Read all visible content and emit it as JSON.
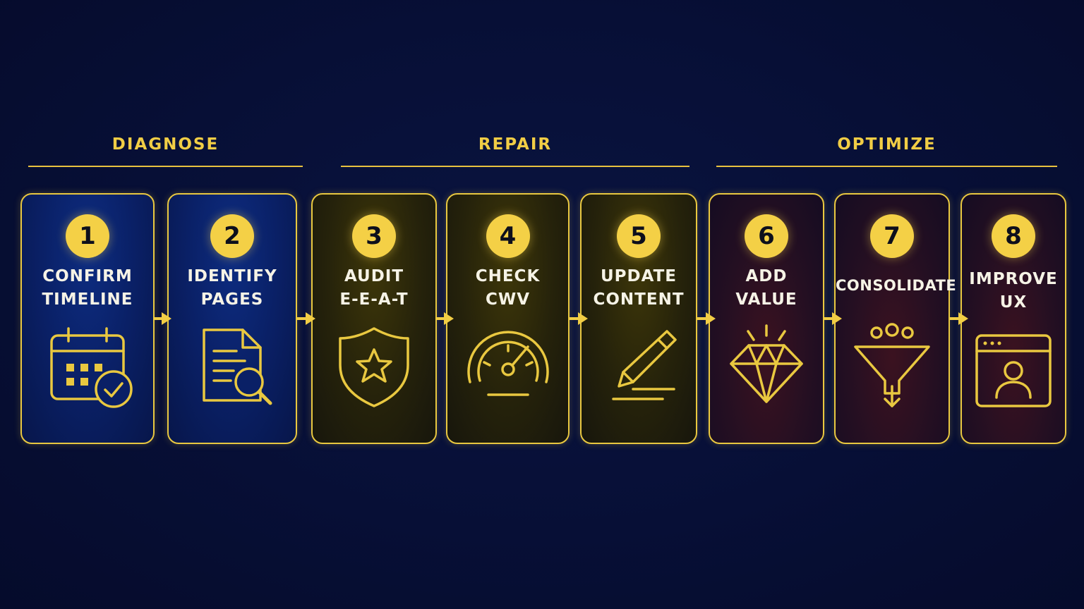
{
  "phases": [
    {
      "label": "DIAGNOSE"
    },
    {
      "label": "REPAIR"
    },
    {
      "label": "OPTIMIZE"
    }
  ],
  "steps": [
    {
      "number": "1",
      "line1": "CONFIRM",
      "line2": "TIMELINE",
      "icon": "calendar-check-icon"
    },
    {
      "number": "2",
      "line1": "IDENTIFY",
      "line2": "PAGES",
      "icon": "document-search-icon"
    },
    {
      "number": "3",
      "line1": "AUDIT",
      "line2": "E-E-A-T",
      "icon": "shield-star-icon"
    },
    {
      "number": "4",
      "line1": "CHECK",
      "line2": "CWV",
      "icon": "speedometer-icon"
    },
    {
      "number": "5",
      "line1": "UPDATE",
      "line2": "CONTENT",
      "icon": "pencil-icon"
    },
    {
      "number": "6",
      "line1": "ADD",
      "line2": "VALUE",
      "icon": "diamond-icon"
    },
    {
      "number": "7",
      "line1": "CONSOLIDATE",
      "icon": "funnel-icon"
    },
    {
      "number": "8",
      "line1": "IMPROVE",
      "line2": "UX",
      "icon": "browser-user-icon"
    }
  ],
  "colors": {
    "accent": "#f1cd45",
    "background": "#070f36",
    "text": "#f6f3e6"
  }
}
